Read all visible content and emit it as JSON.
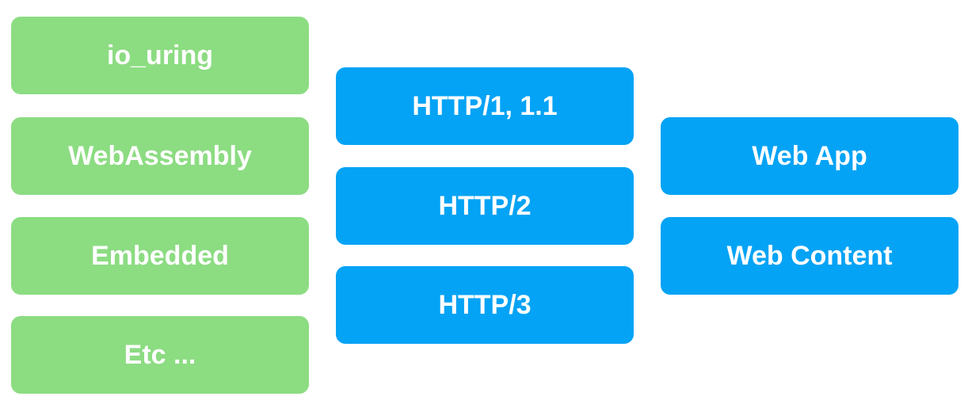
{
  "colors": {
    "green": "#8cdc82",
    "blue": "#05a3f5",
    "text": "#ffffff"
  },
  "left_column": {
    "items": [
      "io_uring",
      "WebAssembly",
      "Embedded",
      "Etc ..."
    ]
  },
  "middle_column": {
    "items": [
      "HTTP/1, 1.1",
      "HTTP/2",
      "HTTP/3"
    ]
  },
  "right_column": {
    "items": [
      "Web App",
      "Web Content"
    ]
  }
}
